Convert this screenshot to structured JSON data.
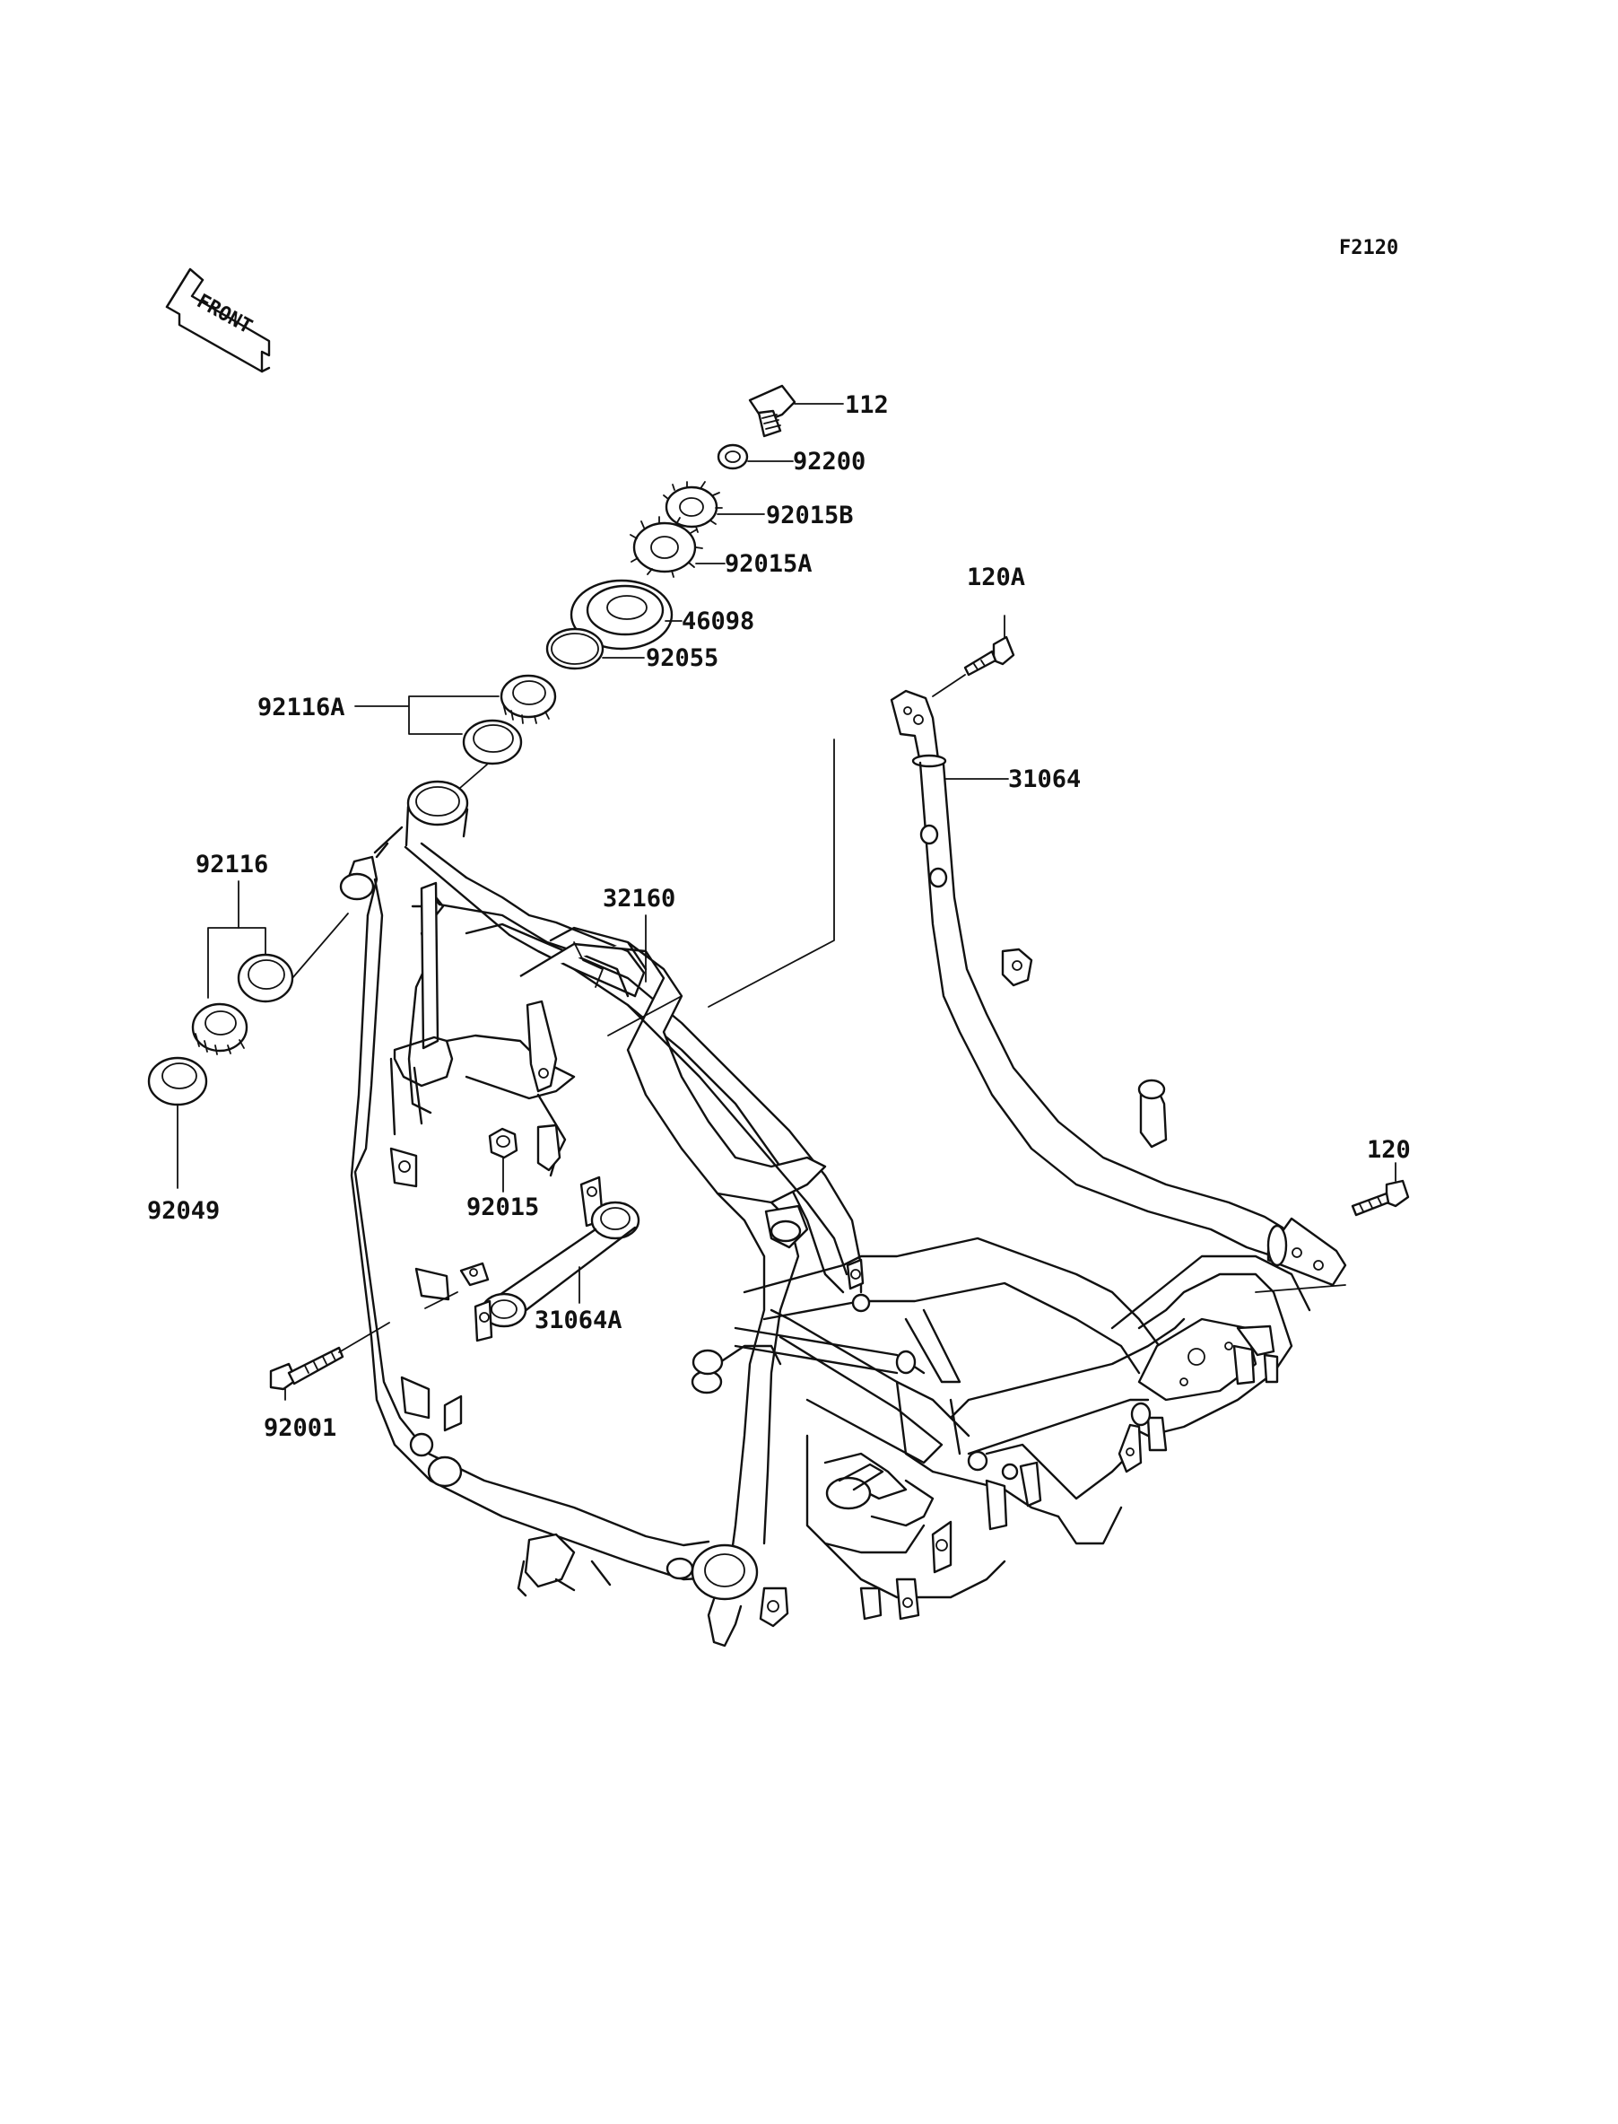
{
  "figure_code": "F2120",
  "front_arrow": {
    "label": "FRONT",
    "icon": "front-arrow-icon"
  },
  "callouts": {
    "p112": "112",
    "p92200": "92200",
    "p92015B": "92015B",
    "p92015A": "92015A",
    "p46098": "46098",
    "p92055": "92055",
    "p92116A": "92116A",
    "p120A": "120A",
    "p31064": "31064",
    "p92116": "92116",
    "p32160": "32160",
    "p92049": "92049",
    "p92015": "92015",
    "p31064A": "31064A",
    "p120": "120",
    "p92001": "92001"
  }
}
